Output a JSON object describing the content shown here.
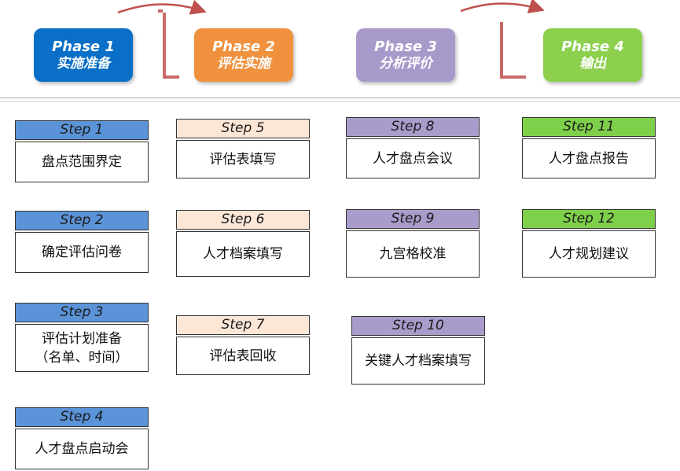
{
  "colors": {
    "phase1": "#0a6fc6",
    "phase2": "#f0913e",
    "phase3": "#a899cb",
    "phase4": "#8cd04e",
    "step_phase1": "#5b93d8",
    "step_phase2": "#fce6d6",
    "step_phase3": "#a99ccb",
    "step_phase4": "#7ed04a",
    "arrow": "#c0504d"
  },
  "phases": [
    {
      "title": "Phase 1",
      "subtitle": "实施准备"
    },
    {
      "title": "Phase 2",
      "subtitle": "评估实施"
    },
    {
      "title": "Phase 3",
      "subtitle": "分析评价"
    },
    {
      "title": "Phase 4",
      "subtitle": "输出"
    }
  ],
  "steps": [
    {
      "label": "Step 1",
      "text": "盘点范围界定"
    },
    {
      "label": "Step 2",
      "text": "确定评估问卷"
    },
    {
      "label": "Step 3",
      "text": "评估计划准备\n（名单、时间）"
    },
    {
      "label": "Step 4",
      "text": "人才盘点启动会"
    },
    {
      "label": "Step 5",
      "text": "评估表填写"
    },
    {
      "label": "Step 6",
      "text": "人才档案填写"
    },
    {
      "label": "Step 7",
      "text": "评估表回收"
    },
    {
      "label": "Step 8",
      "text": "人才盘点会议"
    },
    {
      "label": "Step 9",
      "text": "九宫格校准"
    },
    {
      "label": "Step 10",
      "text": "关键人才档案填写"
    },
    {
      "label": "Step 11",
      "text": "人才盘点报告"
    },
    {
      "label": "Step 12",
      "text": "人才规划建议"
    }
  ]
}
